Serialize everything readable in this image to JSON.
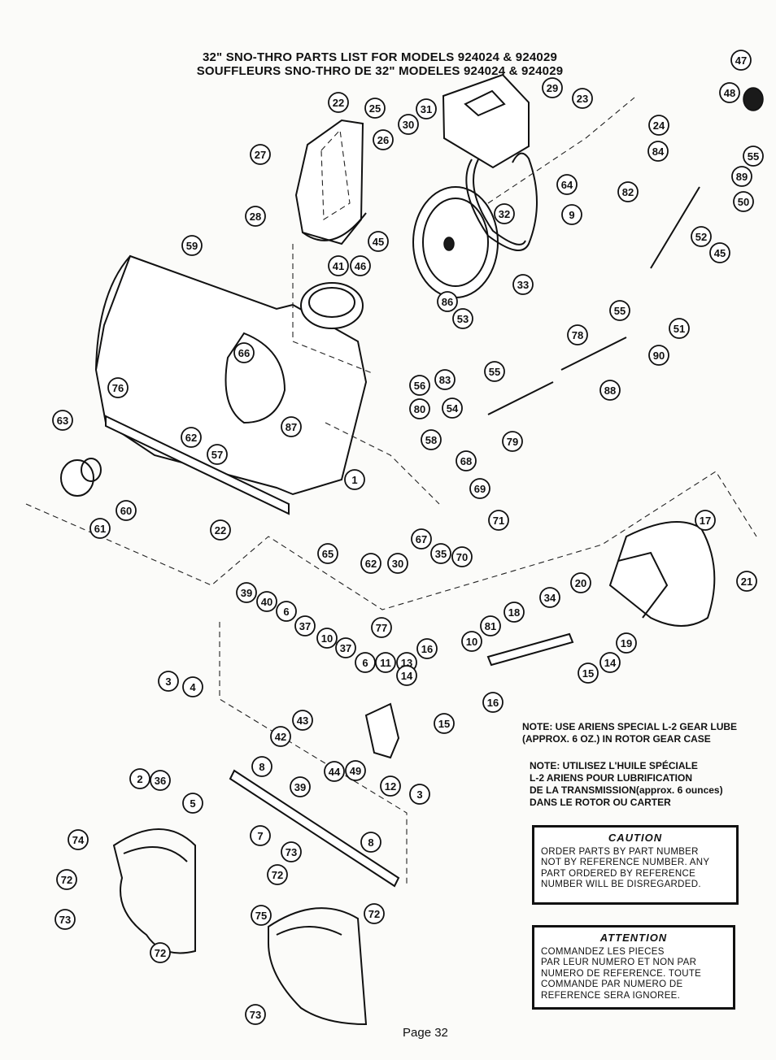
{
  "header": {
    "title_en": "32\" SNO-THRO PARTS LIST FOR MODELS 924024 & 924029",
    "title_fr": "SOUFFLEURS  SNO-THRO DE 32\" MODELES 924024 & 924029"
  },
  "notes": {
    "en_line1": "NOTE: USE ARIENS SPECIAL L-2 GEAR LUBE",
    "en_line2": "(APPROX. 6 OZ.) IN ROTOR GEAR CASE",
    "fr_line1": "NOTE: UTILISEZ L'HUILE SPÉCIALE",
    "fr_line2": "L-2 ARIENS POUR LUBRIFICATION",
    "fr_line3": "DE LA TRANSMISSION(approx. 6 ounces)",
    "fr_line4": "DANS LE ROTOR OU CARTER"
  },
  "caution": {
    "title": "CAUTION",
    "line1": "ORDER PARTS BY PART NUMBER",
    "line2": "NOT BY REFERENCE NUMBER.  ANY",
    "line3": "PART ORDERED BY REFERENCE",
    "line4": "NUMBER WILL BE DISREGARDED."
  },
  "attention": {
    "title": "ATTENTION",
    "line1": "COMMANDEZ LES PIECES",
    "line2": "PAR LEUR NUMERO ET NON PAR",
    "line3": "NUMERO DE REFERENCE.  TOUTE",
    "line4": "COMMANDE PAR NUMERO DE",
    "line5": "REFERENCE SERA IGNOREE."
  },
  "footer": {
    "page": "Page 32"
  },
  "callouts": [
    {
      "n": "47"
    },
    {
      "n": "48"
    },
    {
      "n": "29"
    },
    {
      "n": "23"
    },
    {
      "n": "22"
    },
    {
      "n": "25"
    },
    {
      "n": "31"
    },
    {
      "n": "30"
    },
    {
      "n": "26"
    },
    {
      "n": "24"
    },
    {
      "n": "84"
    },
    {
      "n": "27"
    },
    {
      "n": "82"
    },
    {
      "n": "64"
    },
    {
      "n": "55"
    },
    {
      "n": "89"
    },
    {
      "n": "50"
    },
    {
      "n": "9"
    },
    {
      "n": "28"
    },
    {
      "n": "32"
    },
    {
      "n": "52"
    },
    {
      "n": "45"
    },
    {
      "n": "45"
    },
    {
      "n": "59"
    },
    {
      "n": "41"
    },
    {
      "n": "46"
    },
    {
      "n": "33"
    },
    {
      "n": "86"
    },
    {
      "n": "55"
    },
    {
      "n": "53"
    },
    {
      "n": "51"
    },
    {
      "n": "78"
    },
    {
      "n": "90"
    },
    {
      "n": "66"
    },
    {
      "n": "55"
    },
    {
      "n": "83"
    },
    {
      "n": "88"
    },
    {
      "n": "76"
    },
    {
      "n": "56"
    },
    {
      "n": "80"
    },
    {
      "n": "54"
    },
    {
      "n": "63"
    },
    {
      "n": "62"
    },
    {
      "n": "57"
    },
    {
      "n": "87"
    },
    {
      "n": "58"
    },
    {
      "n": "79"
    },
    {
      "n": "68"
    },
    {
      "n": "1"
    },
    {
      "n": "69"
    },
    {
      "n": "60"
    },
    {
      "n": "61"
    },
    {
      "n": "22"
    },
    {
      "n": "71"
    },
    {
      "n": "17"
    },
    {
      "n": "65"
    },
    {
      "n": "62"
    },
    {
      "n": "30"
    },
    {
      "n": "67"
    },
    {
      "n": "35"
    },
    {
      "n": "70"
    },
    {
      "n": "21"
    },
    {
      "n": "20"
    },
    {
      "n": "39"
    },
    {
      "n": "40"
    },
    {
      "n": "6"
    },
    {
      "n": "34"
    },
    {
      "n": "18"
    },
    {
      "n": "37"
    },
    {
      "n": "77"
    },
    {
      "n": "81"
    },
    {
      "n": "10"
    },
    {
      "n": "37"
    },
    {
      "n": "19"
    },
    {
      "n": "14"
    },
    {
      "n": "15"
    },
    {
      "n": "6"
    },
    {
      "n": "11"
    },
    {
      "n": "13"
    },
    {
      "n": "14"
    },
    {
      "n": "16"
    },
    {
      "n": "10"
    },
    {
      "n": "3"
    },
    {
      "n": "4"
    },
    {
      "n": "16"
    },
    {
      "n": "15"
    },
    {
      "n": "43"
    },
    {
      "n": "42"
    },
    {
      "n": "2"
    },
    {
      "n": "36"
    },
    {
      "n": "44"
    },
    {
      "n": "49"
    },
    {
      "n": "12"
    },
    {
      "n": "3"
    },
    {
      "n": "8"
    },
    {
      "n": "5"
    },
    {
      "n": "39"
    },
    {
      "n": "7"
    },
    {
      "n": "8"
    },
    {
      "n": "74"
    },
    {
      "n": "73"
    },
    {
      "n": "72"
    },
    {
      "n": "72"
    },
    {
      "n": "73"
    },
    {
      "n": "75"
    },
    {
      "n": "72"
    },
    {
      "n": "72"
    },
    {
      "n": "73"
    }
  ]
}
